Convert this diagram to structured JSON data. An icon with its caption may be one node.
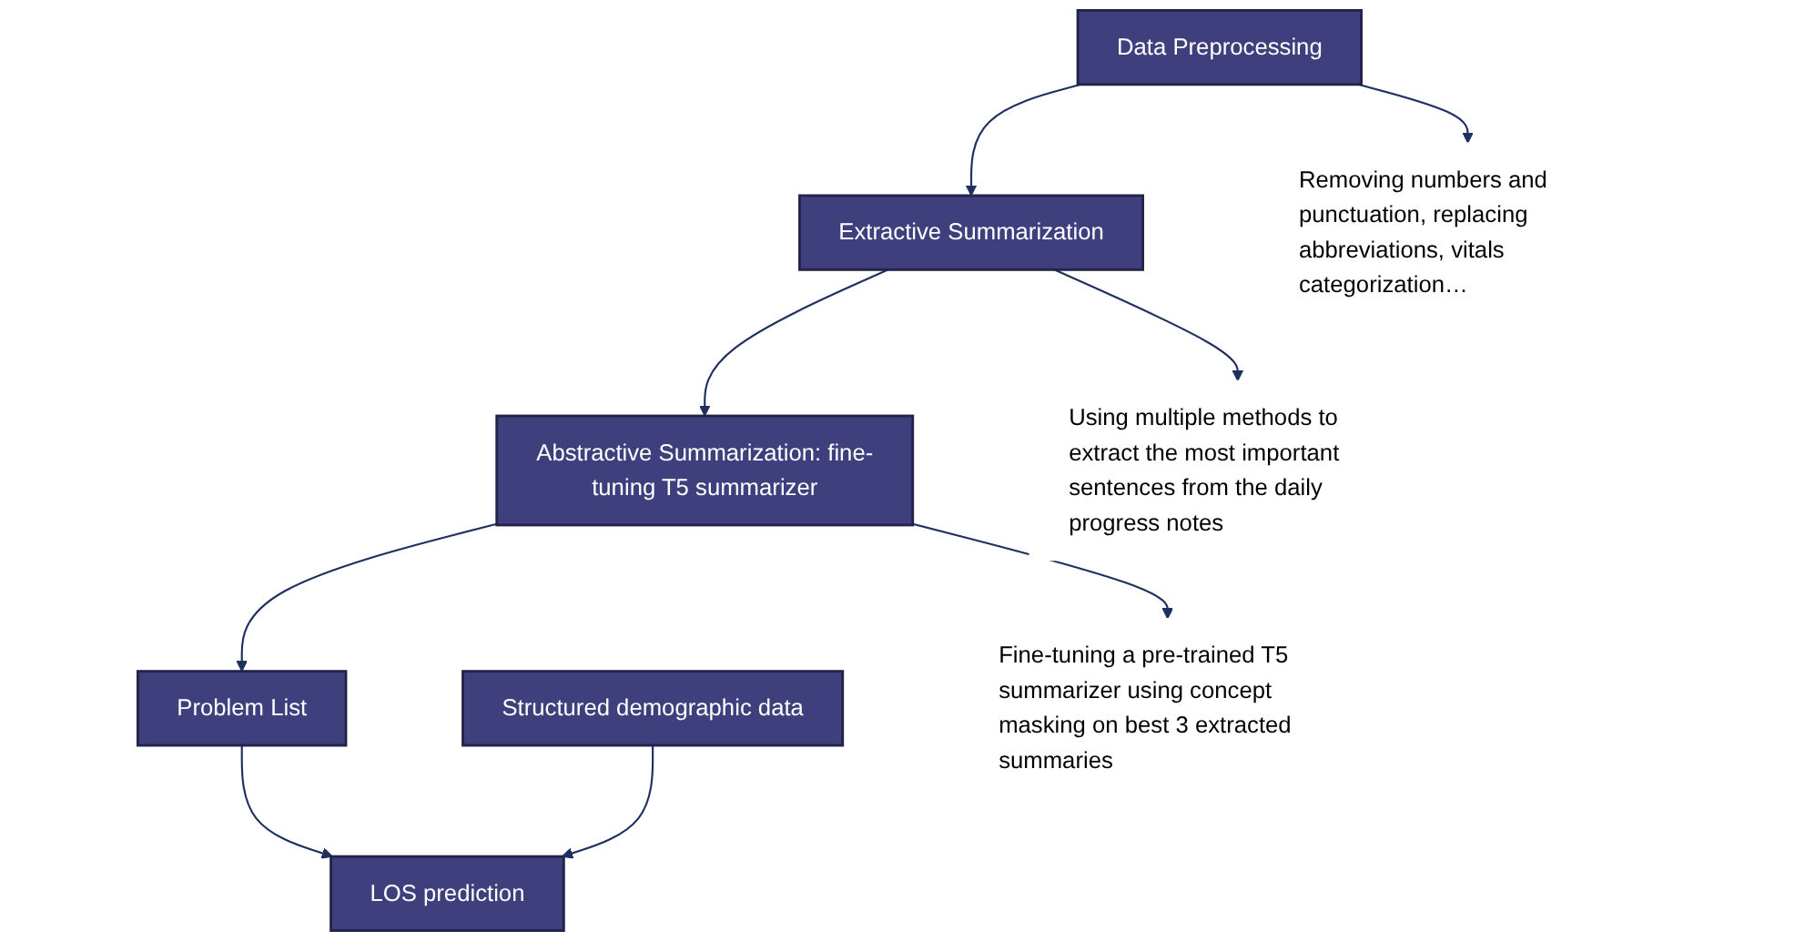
{
  "diagram": {
    "nodes": [
      {
        "text": [
          "Data Preprocessing"
        ]
      },
      {
        "text": [
          "Extractive Summarization"
        ]
      },
      {
        "text": [
          "Abstractive Summarization: fine-tuning T5 summarizer"
        ]
      },
      {
        "text": [
          "Problem List"
        ]
      },
      {
        "text": [
          "Structured demographic data"
        ]
      },
      {
        "text": [
          "LOS prediction"
        ]
      },
      {
        "text": [
          "Removing numbers and punctuation, replacing abbreviations, vitals categorization…"
        ]
      },
      {
        "text": [
          "Using multiple methods to extract the most important sentences from the daily progress notes"
        ]
      },
      {
        "text": [
          "Fine-tuning a pre-trained T5 summarizer using concept masking on best 3 extracted summaries"
        ]
      }
    ],
    "edges": [
      {
        "from": 0,
        "to": 1,
        "arrow": "to"
      },
      {
        "from": 1,
        "to": 2,
        "arrow": "to"
      },
      {
        "from": 2,
        "to": 3,
        "arrow": "to"
      },
      {
        "from": 0,
        "to": 6,
        "arrow": "to"
      },
      {
        "from": 1,
        "to": 7,
        "arrow": "to"
      },
      {
        "from": 2,
        "to": 8,
        "arrow": "to"
      },
      {
        "from": 3,
        "to": 5,
        "arrow": "to"
      },
      {
        "from": 4,
        "to": 5,
        "arrow": "to"
      }
    ]
  }
}
